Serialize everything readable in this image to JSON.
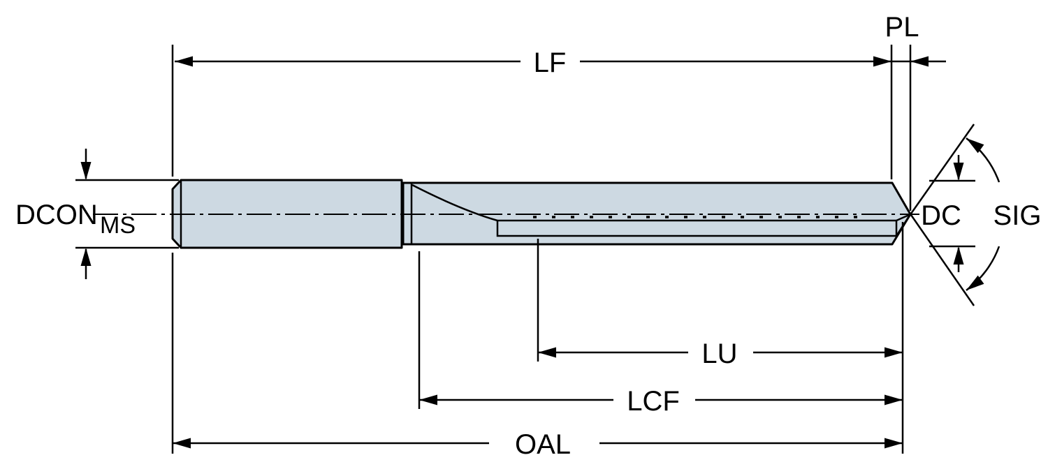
{
  "diagram": {
    "colors": {
      "tool_fill": "#cdd9e2",
      "line": "#000000",
      "background": "#ffffff"
    },
    "labels": {
      "lf": "LF",
      "pl": "PL",
      "dcon": "DCON",
      "dcon_sub": "MS",
      "dc": "DC",
      "sig": "SIG",
      "lu": "LU",
      "lcf": "LCF",
      "oal": "OAL"
    }
  }
}
